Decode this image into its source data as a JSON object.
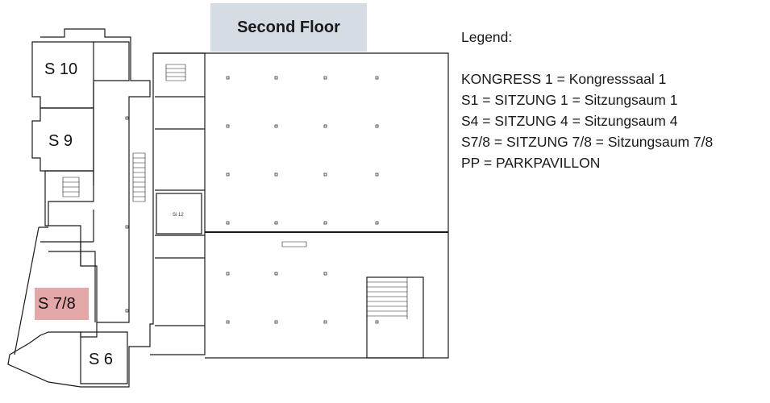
{
  "title": "Second Floor",
  "legend": {
    "heading": "Legend:",
    "entries": [
      "KONGRESS 1 = Kongresssaal 1",
      "S1 = SITZUNG 1 = Sitzungsaum 1",
      "S4 = SITZUNG 4 = Sitzungsaum 4",
      "S7/8 = SITZUNG 7/8 = Sitzungsaum 7/8",
      "PP = PARKPAVILLON"
    ]
  },
  "rooms": {
    "s10": "S 10",
    "s9": "S 9",
    "s78": "S 7/8",
    "s6": "S 6",
    "si12": "Si 12"
  },
  "colors": {
    "highlight": "#e4a7a7",
    "title_bg": "#d6dce4",
    "wall": "#1a1a1a"
  }
}
